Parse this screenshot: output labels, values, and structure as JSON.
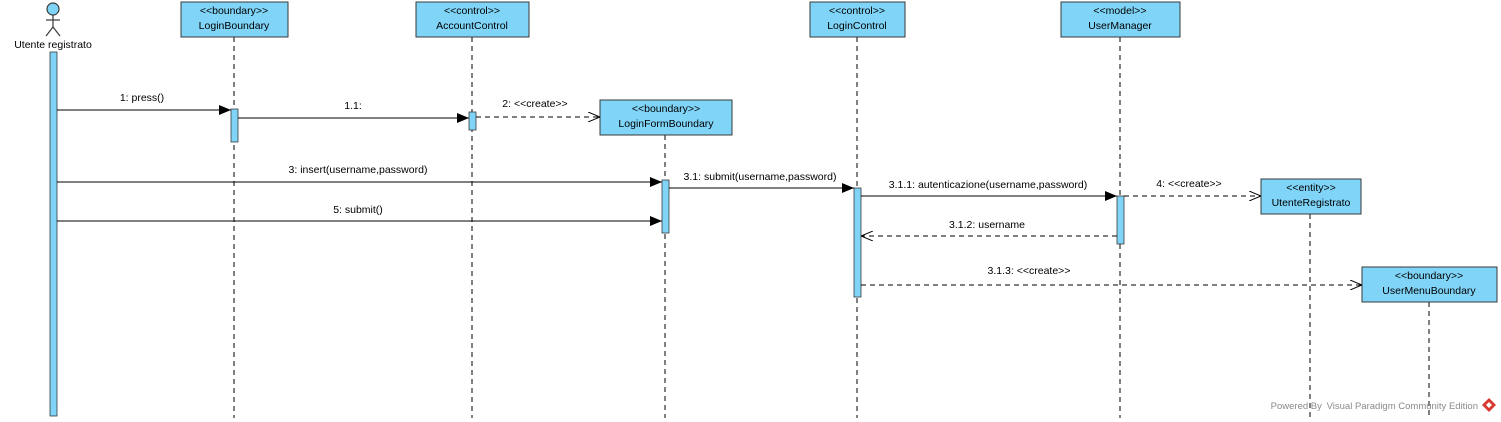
{
  "diagram": {
    "actor": {
      "name": "Utente registrato"
    },
    "lifelines": [
      {
        "id": "loginBoundary",
        "stereotype": "<<boundary>>",
        "name": "LoginBoundary"
      },
      {
        "id": "accountControl",
        "stereotype": "<<control>>",
        "name": "AccountControl"
      },
      {
        "id": "loginFormBoundary",
        "stereotype": "<<boundary>>",
        "name": "LoginFormBoundary"
      },
      {
        "id": "loginControl",
        "stereotype": "<<control>>",
        "name": "LoginControl"
      },
      {
        "id": "userManager",
        "stereotype": "<<model>>",
        "name": "UserManager"
      },
      {
        "id": "utenteRegistrato",
        "stereotype": "<<entity>>",
        "name": "UtenteRegistrato"
      },
      {
        "id": "userMenuBoundary",
        "stereotype": "<<boundary>>",
        "name": "UserMenuBoundary"
      }
    ],
    "messages": [
      {
        "label": "1: press()",
        "from": "actor",
        "to": "loginBoundary",
        "kind": "sync"
      },
      {
        "label": "1.1:",
        "from": "loginBoundary",
        "to": "accountControl",
        "kind": "sync"
      },
      {
        "label": "2: <<create>>",
        "from": "accountControl",
        "to": "loginFormBoundary",
        "kind": "create"
      },
      {
        "label": "3: insert(username,password)",
        "from": "actor",
        "to": "loginFormBoundary",
        "kind": "sync"
      },
      {
        "label": "3.1: submit(username,password)",
        "from": "loginFormBoundary",
        "to": "loginControl",
        "kind": "sync"
      },
      {
        "label": "3.1.1: autenticazione(username,password)",
        "from": "loginControl",
        "to": "userManager",
        "kind": "sync"
      },
      {
        "label": "4: <<create>>",
        "from": "userManager",
        "to": "utenteRegistrato",
        "kind": "create"
      },
      {
        "label": "3.1.2: username",
        "from": "userManager",
        "to": "loginControl",
        "kind": "reply"
      },
      {
        "label": "5: submit()",
        "from": "actor",
        "to": "loginFormBoundary",
        "kind": "sync"
      },
      {
        "label": "3.1.3: <<create>>",
        "from": "loginControl",
        "to": "userMenuBoundary",
        "kind": "create"
      }
    ]
  },
  "colors": {
    "box_fill": "#7fd4f7",
    "box_stroke": "#3a3a3a",
    "activation_fill": "#7fd4f7",
    "line": "#000000",
    "watermark": "#8a8a8a",
    "logo_red": "#d9382f"
  },
  "watermark": {
    "text": "Powered By Visual Paradigm Community Edition"
  }
}
